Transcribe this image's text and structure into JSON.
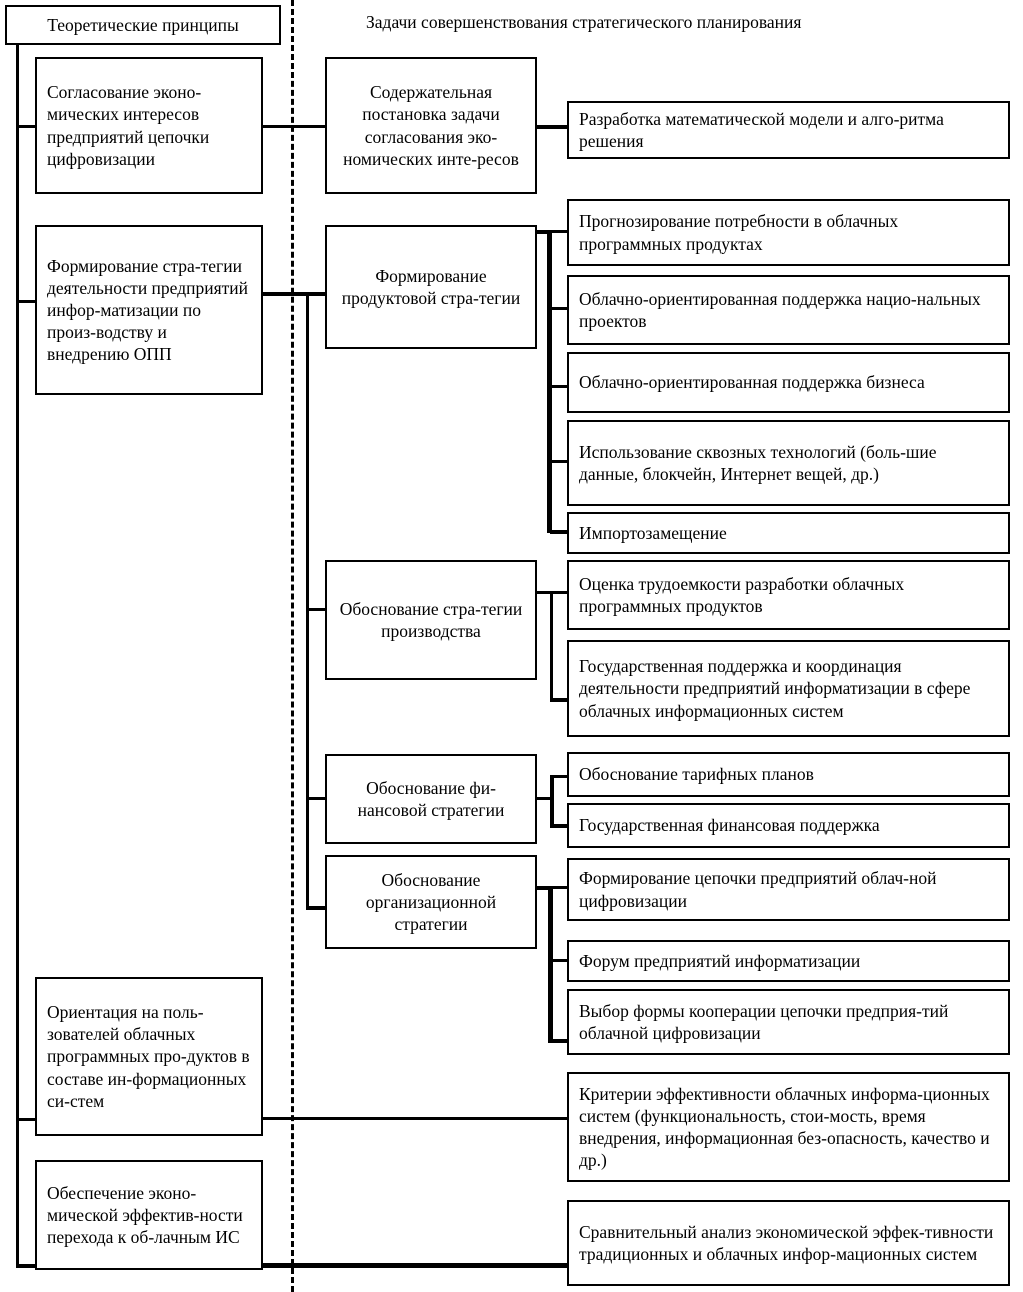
{
  "diagram": {
    "title_left": "Теоретические принципы",
    "title_right": "Задачи совершенствования стратегического планирования",
    "columns": {
      "principles": [
        {
          "id": "p1",
          "label": "Согласование эконо-мических интересов предприятий цепочки цифровизации"
        },
        {
          "id": "p2",
          "label": "Формирование стра-тегии деятельности предприятий инфор-матизации по произ-водству и внедрению ОПП"
        },
        {
          "id": "p3",
          "label": "Ориентация на поль-зователей облачных программных про-дуктов в составе ин-формационных си-стем"
        },
        {
          "id": "p4",
          "label": "Обеспечение эконо-мической эффектив-ности перехода к об-лачным ИС"
        }
      ],
      "tasks_mid": [
        {
          "id": "m1",
          "label": "Содержательная постановка задачи согласования эко-номических инте-ресов"
        },
        {
          "id": "m2",
          "label": "Формирование продуктовой стра-тегии"
        },
        {
          "id": "m3",
          "label": "Обоснование стра-тегии производства"
        },
        {
          "id": "m4",
          "label": "Обоснование фи-нансовой стратегии"
        },
        {
          "id": "m5",
          "label": "Обоснование организационной стратегии"
        }
      ],
      "tasks_right": [
        {
          "id": "r1",
          "label": "Разработка математической модели и алго-ритма решения"
        },
        {
          "id": "r2",
          "label": "Прогнозирование потребности в облачных программных продуктах"
        },
        {
          "id": "r3",
          "label": "Облачно-ориентированная поддержка нацио-нальных проектов"
        },
        {
          "id": "r4",
          "label": "Облачно-ориентированная поддержка бизнеса"
        },
        {
          "id": "r5",
          "label": "Использование сквозных технологий (боль-шие данные, блокчейн, Интернет вещей, др.)"
        },
        {
          "id": "r6",
          "label": "Импортозамещение"
        },
        {
          "id": "r7",
          "label": "Оценка трудоемкости разработки облачных программных продуктов"
        },
        {
          "id": "r8",
          "label": "Государственная поддержка и координация деятельности предприятий информатизации в сфере облачных информационных систем"
        },
        {
          "id": "r9",
          "label": "Обоснование тарифных планов"
        },
        {
          "id": "r10",
          "label": "Государственная финансовая поддержка"
        },
        {
          "id": "r11",
          "label": "Формирование цепочки предприятий облач-ной цифровизации"
        },
        {
          "id": "r12",
          "label": "Форум предприятий информатизации"
        },
        {
          "id": "r13",
          "label": "Выбор формы кооперации цепочки предприя-тий облачной цифровизации"
        },
        {
          "id": "r14",
          "label": "Критерии эффективности облачных информа-ционных систем (функциональность, стои-мость, время внедрения, информационная без-опасность, качество и др.)"
        },
        {
          "id": "r15",
          "label": "Сравнительный анализ экономической эффек-тивности традиционных и облачных инфор-мационных систем"
        }
      ]
    },
    "colors": {
      "stroke": "#000000",
      "background": "#ffffff"
    }
  }
}
